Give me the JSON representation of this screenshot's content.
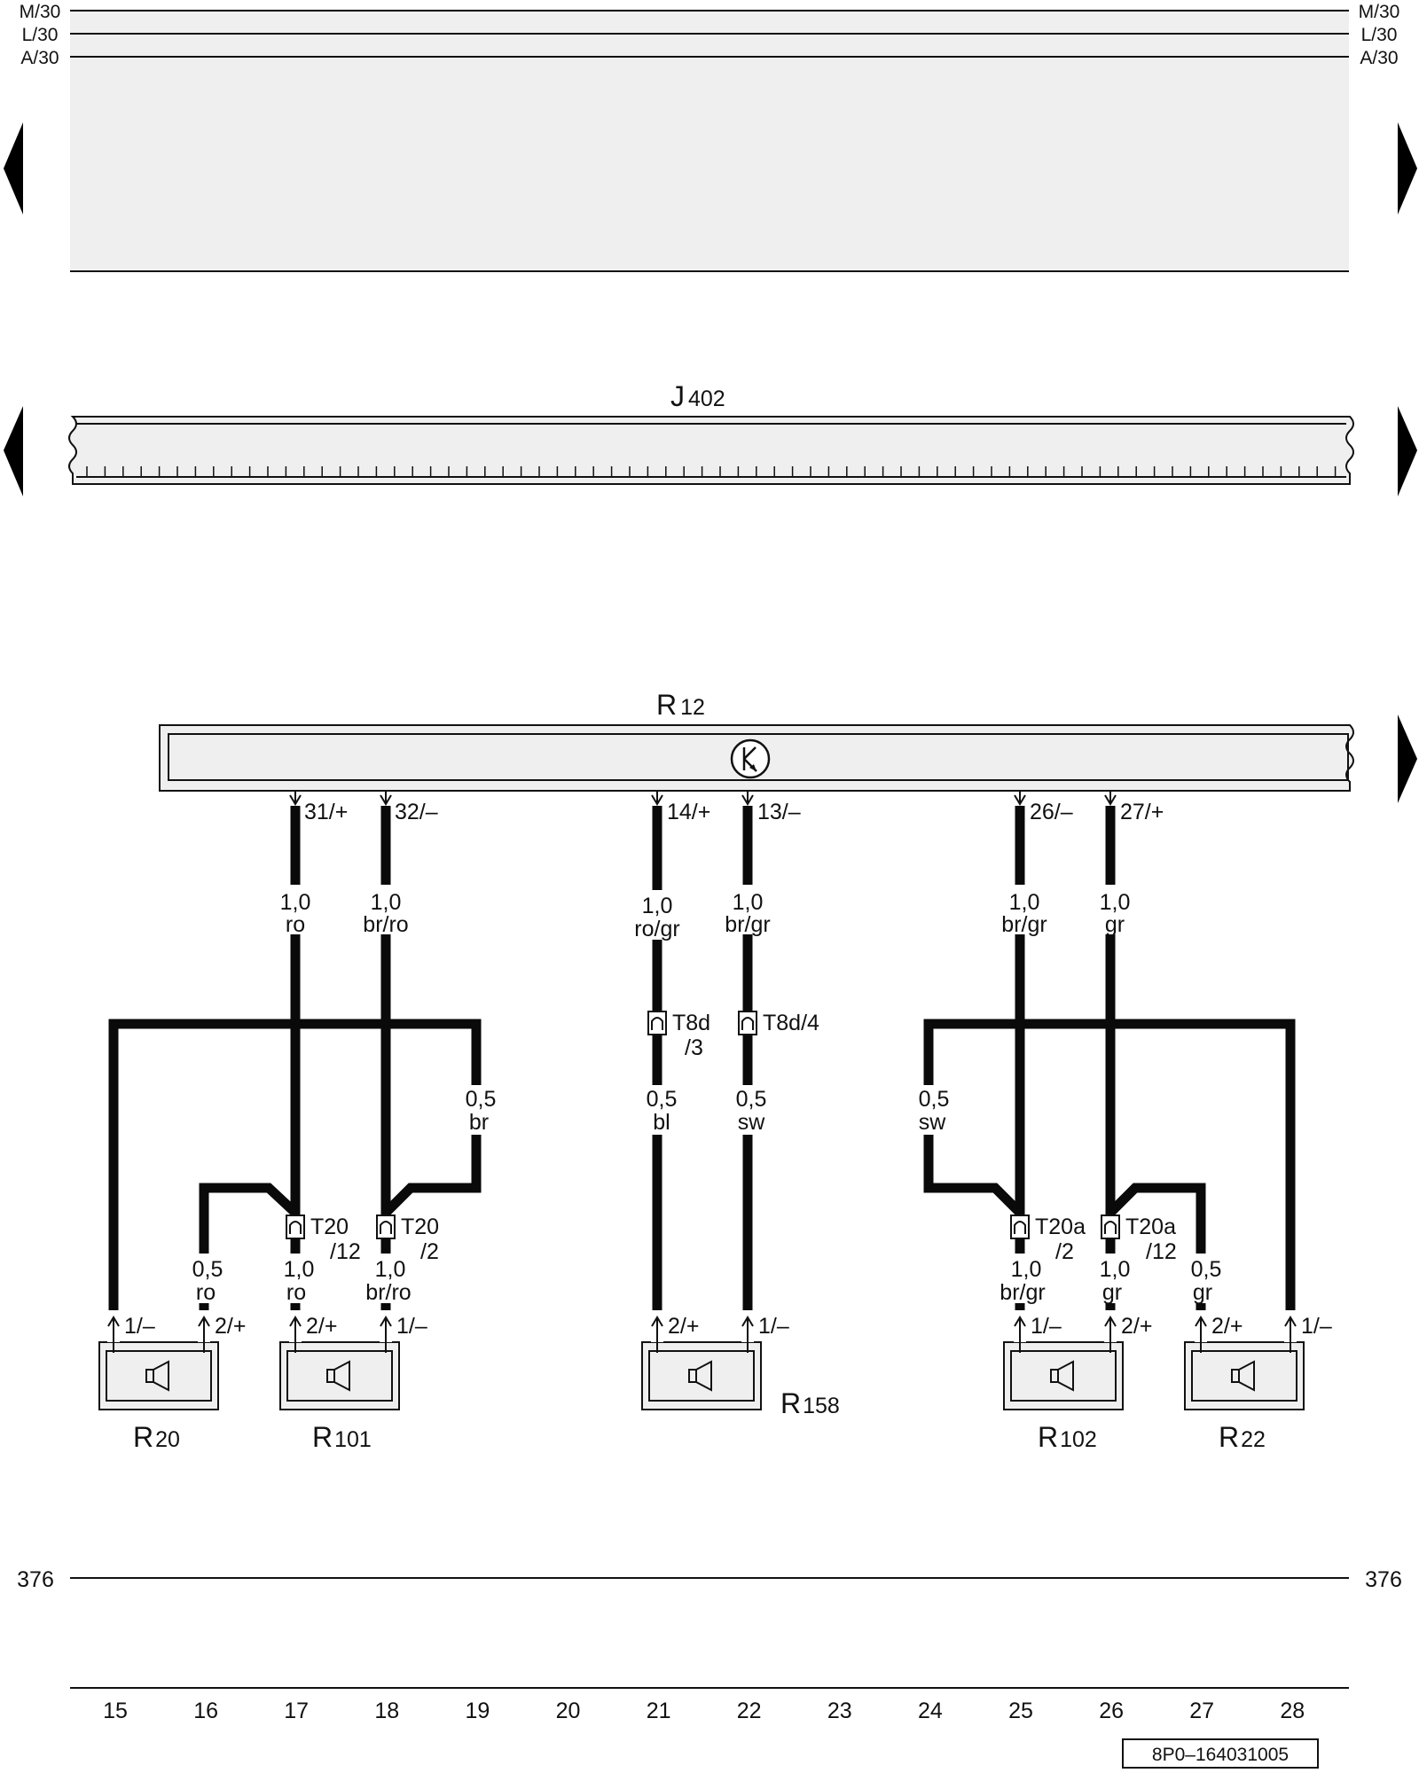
{
  "rails": {
    "m30": "M/30",
    "l30": "L/30",
    "a30": "A/30",
    "ground": "376"
  },
  "components": {
    "j402": {
      "letter": "J",
      "num": "402"
    },
    "r12": {
      "letter": "R",
      "num": "12"
    },
    "r20": {
      "letter": "R",
      "num": "20"
    },
    "r101": {
      "letter": "R",
      "num": "101"
    },
    "r158": {
      "letter": "R",
      "num": "158"
    },
    "r102": {
      "letter": "R",
      "num": "102"
    },
    "r22": {
      "letter": "R",
      "num": "22"
    }
  },
  "pins_r12": [
    "31/+",
    "32/–",
    "14/+",
    "13/–",
    "26/–",
    "27/+"
  ],
  "wires": {
    "w17_upper": {
      "size": "1,0",
      "color": "ro"
    },
    "w18_upper": {
      "size": "1,0",
      "color": "br/ro"
    },
    "w21_upper": {
      "size": "1,0",
      "color": "ro/gr"
    },
    "w22_upper": {
      "size": "1,0",
      "color": "br/gr"
    },
    "w25_upper": {
      "size": "1,0",
      "color": "br/gr"
    },
    "w26_upper": {
      "size": "1,0",
      "color": "gr"
    },
    "w19_branch": {
      "size": "0,5",
      "color": "br"
    },
    "w21_lower": {
      "size": "0,5",
      "color": "bl"
    },
    "w22_lower": {
      "size": "0,5",
      "color": "sw"
    },
    "w24_branch": {
      "size": "0,5",
      "color": "sw"
    },
    "w16_lower": {
      "size": "0,5",
      "color": "ro"
    },
    "w17_lower": {
      "size": "1,0",
      "color": "ro"
    },
    "w18_lower": {
      "size": "1,0",
      "color": "br/ro"
    },
    "w25_lower": {
      "size": "1,0",
      "color": "br/gr"
    },
    "w26_lower": {
      "size": "1,0",
      "color": "gr"
    },
    "w27_lower": {
      "size": "0,5",
      "color": "gr"
    }
  },
  "connectors": {
    "t8d3": {
      "name": "T8d",
      "pin": "/3"
    },
    "t8d4": {
      "name": "T8d/4"
    },
    "t20_12": {
      "name": "T20",
      "pin": "/12"
    },
    "t20_2": {
      "name": "T20",
      "pin": "/2"
    },
    "t20a_2": {
      "name": "T20a",
      "pin": "/2"
    },
    "t20a_12": {
      "name": "T20a",
      "pin": "/12"
    }
  },
  "speaker_pins": {
    "p15": "1/–",
    "p16": "2/+",
    "p17": "2/+",
    "p18": "1/–",
    "p21": "2/+",
    "p22": "1/–",
    "p25": "1/–",
    "p26": "2/+",
    "p27": "2/+",
    "p28": "1/–"
  },
  "tracks": [
    "15",
    "16",
    "17",
    "18",
    "19",
    "20",
    "21",
    "22",
    "23",
    "24",
    "25",
    "26",
    "27",
    "28"
  ],
  "drawing_number": "8P0–164031005"
}
